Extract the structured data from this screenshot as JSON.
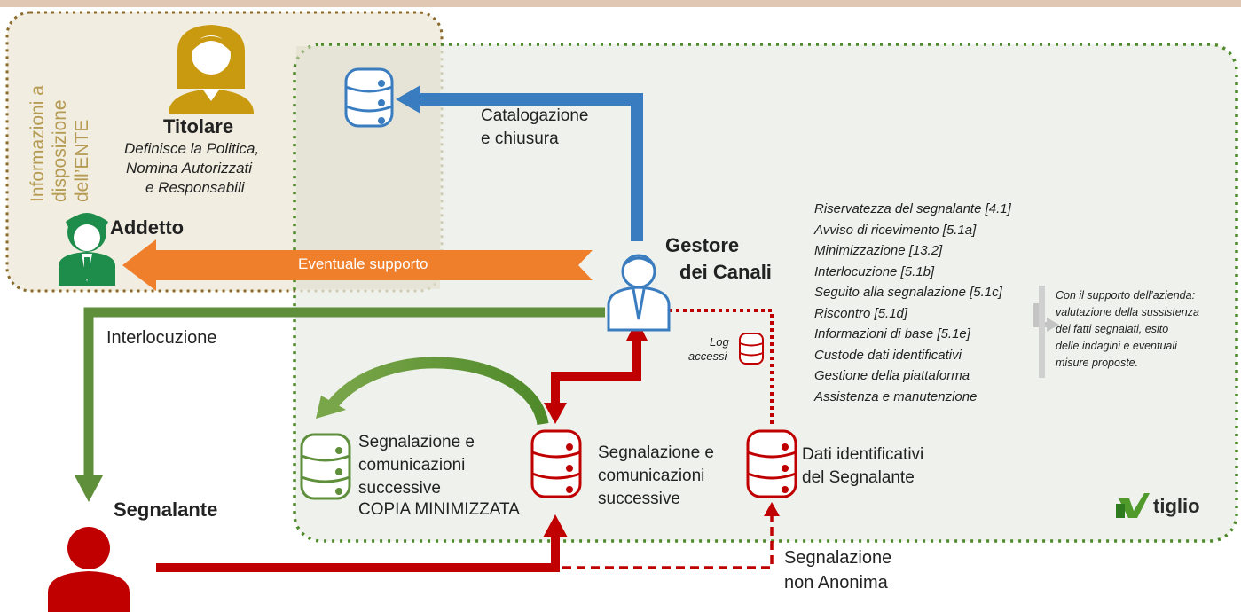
{
  "ente_label_line1": "Informazioni a",
  "ente_label_line2": "disposizione",
  "ente_label_line3": "dell’ENTE",
  "titolare": {
    "name": "Titolare",
    "desc_line1": "Definisce la Politica,",
    "desc_line2": "Nomina Autorizzati",
    "desc_line3": "e Responsabili"
  },
  "addetto": {
    "name": "Addetto"
  },
  "gestore": {
    "name_line1": "Gestore",
    "name_line2": "dei Canali"
  },
  "segnalante": {
    "name": "Segnalante"
  },
  "arrows": {
    "catalogazione_line1": "Catalogazione",
    "catalogazione_line2": "e chiusura",
    "supporto": "Eventuale supporto",
    "interlocuzione": "Interlocuzione",
    "segnalazione_non_anonima_line1": "Segnalazione",
    "segnalazione_non_anonima_line2": "non Anonima"
  },
  "log": {
    "line1": "Log",
    "line2": "accessi"
  },
  "databases": {
    "copia_line1": "Segnalazione e",
    "copia_line2": "comunicazioni",
    "copia_line3": "successive",
    "copia_line4": "COPIA MINIMIZZATA",
    "main_line1": "Segnalazione e",
    "main_line2": "comunicazioni",
    "main_line3": "successive",
    "ident_line1": "Dati identificativi",
    "ident_line2": "del Segnalante"
  },
  "duties": [
    "Riservatezza del segnalante [4.1]",
    "Avviso di ricevimento [5.1a]",
    "Minimizzazione [13.2]",
    "Interlocuzione [5.1b]",
    "Seguito alla segnalazione [5.1c]",
    "Riscontro [5.1d]",
    "Informazioni di base [5.1e]",
    "Custode dati identificativi",
    "Gestione della piattaforma",
    "Assistenza e manutenzione"
  ],
  "support_note": [
    "Con il supporto dell’azienda:",
    "valutazione della sussistenza",
    "dei fatti segnalati, esito",
    "delle indagini e eventuali",
    "misure proposte."
  ],
  "brand": "tiglio",
  "colors": {
    "blue": "#3a7cc0",
    "orange": "#f07f2c",
    "green": "#5f8f3a",
    "red": "#c00000",
    "gold": "#c99a10",
    "person_green": "#1e8c4b"
  }
}
